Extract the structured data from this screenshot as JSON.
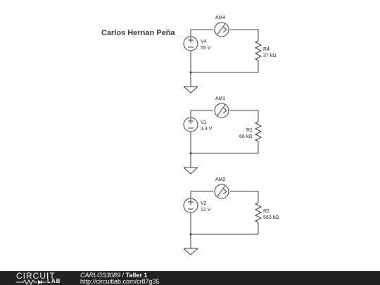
{
  "author": "Carlos Hernan Peña",
  "circuits": [
    {
      "meter": "AM4",
      "source_name": "V4",
      "source_value": "55 V",
      "res_name": "R4",
      "res_value": "37 kΩ"
    },
    {
      "meter": "AM1",
      "source_name": "V1",
      "source_value": "3.3 V",
      "res_name": "R1",
      "res_value": "66 kΩ"
    },
    {
      "meter": "AM2",
      "source_name": "V2",
      "source_value": "12 V",
      "res_name": "R2",
      "res_value": "560 kΩ"
    }
  ],
  "footer": {
    "logo_top": "CIRCUIT",
    "logo_bottom": "LAB",
    "username": "CARLOS3089",
    "separator": " / ",
    "title": "Taller 1",
    "url": "http://circuitlab.com/cr87g35"
  },
  "colors": {
    "wire": "#333333",
    "footer_bg": "#222222"
  }
}
